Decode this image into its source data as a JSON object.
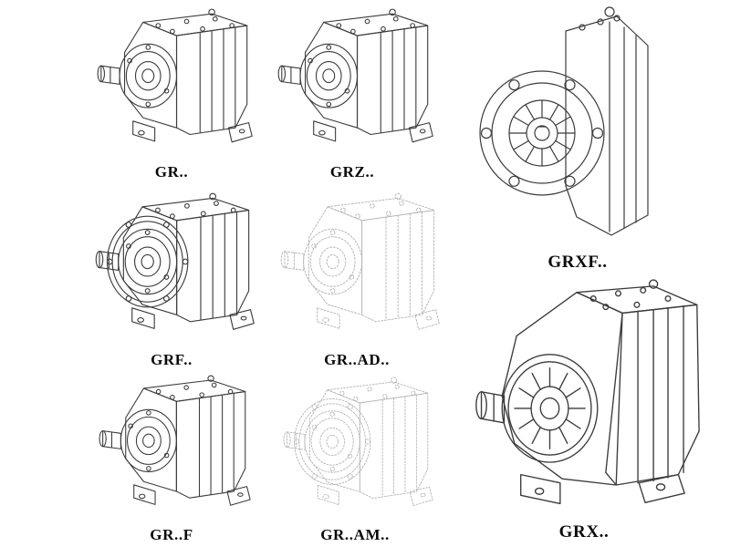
{
  "figures": {
    "gr": {
      "label": "GR.."
    },
    "grz": {
      "label": "GRZ.."
    },
    "grxf": {
      "label": "GRXF.."
    },
    "grf": {
      "label": "GRF.."
    },
    "grad": {
      "label": "GR..AD.."
    },
    "grff": {
      "label": "GR..F"
    },
    "gram": {
      "label": "GR..AM.."
    },
    "grx": {
      "label": "GRX.."
    }
  },
  "colors": {
    "background": "#ffffff",
    "line": "#3c3c3c",
    "dashed_line": "#b5b5b5",
    "label": "#0a0a0a"
  }
}
